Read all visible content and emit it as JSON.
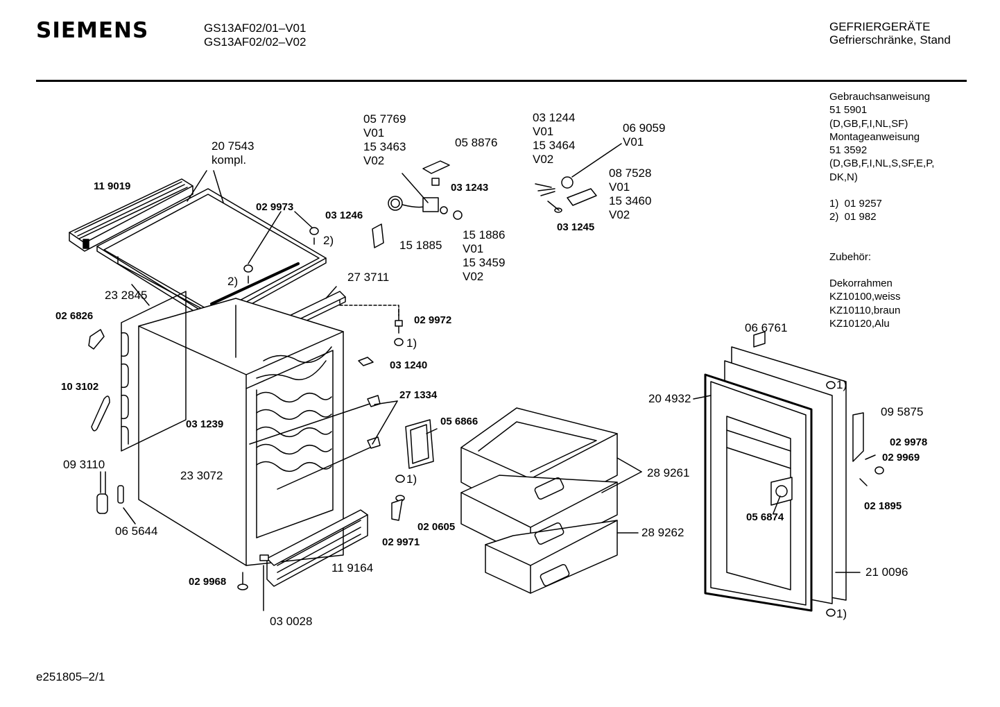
{
  "header": {
    "brand": "SIEMENS",
    "models": [
      "GS13AF02/01–V01",
      "GS13AF02/02–V02"
    ],
    "category": "GEFRIERGERÄTE",
    "subcategory": "Gefrierschränke, Stand"
  },
  "info_lines": [
    "Gebrauchsanweisung",
    "51 5901",
    "(D,GB,F,I,NL,SF)",
    "Montageanweisung",
    "51 3592",
    "(D,GB,F,I,NL,S,SF,E,P,",
    "DK,N)",
    "",
    "1)  01 9257",
    "2)  01 982",
    "",
    "",
    "Zubehör:",
    "",
    "Dekorrahmen",
    "KZ10100,weiss",
    "KZ10110,braun",
    "KZ10120,Alu"
  ],
  "footer": {
    "code": "e251805–2/1"
  },
  "parts": [
    {
      "id": "p-057769",
      "lines": [
        "05 7769",
        "V01",
        "15 3463",
        "V02"
      ],
      "bold": false
    },
    {
      "id": "p-058876",
      "lines": [
        "05 8876"
      ],
      "bold": false
    },
    {
      "id": "p-031243",
      "lines": [
        "03 1243"
      ],
      "bold": true
    },
    {
      "id": "p-031246",
      "lines": [
        "03 1246"
      ],
      "bold": true
    },
    {
      "id": "p-151885",
      "lines": [
        "15 1885"
      ],
      "bold": false
    },
    {
      "id": "p-151886",
      "lines": [
        "15 1886",
        "V01",
        "15 3459",
        "V02"
      ],
      "bold": false
    },
    {
      "id": "p-031244",
      "lines": [
        "03 1244",
        "V01",
        "15 3464",
        "V02"
      ],
      "bold": false
    },
    {
      "id": "p-069059",
      "lines": [
        "06 9059",
        "V01"
      ],
      "bold": false
    },
    {
      "id": "p-087528",
      "lines": [
        "08 7528",
        "V01",
        "15 3460",
        "V02"
      ],
      "bold": false
    },
    {
      "id": "p-031245",
      "lines": [
        "03 1245"
      ],
      "bold": true
    },
    {
      "id": "p-207543",
      "lines": [
        "20 7543",
        "kompl."
      ],
      "bold": false
    },
    {
      "id": "p-119019",
      "lines": [
        "11 9019"
      ],
      "bold": true
    },
    {
      "id": "p-029973",
      "lines": [
        "02 9973"
      ],
      "bold": true
    },
    {
      "id": "p-2a",
      "lines": [
        "2)"
      ],
      "bold": false
    },
    {
      "id": "p-2b",
      "lines": [
        "2)"
      ],
      "bold": false
    },
    {
      "id": "p-273711",
      "lines": [
        "27 3711"
      ],
      "bold": false
    },
    {
      "id": "p-232845",
      "lines": [
        "23 2845"
      ],
      "bold": false
    },
    {
      "id": "p-026826",
      "lines": [
        "02 6826"
      ],
      "bold": true
    },
    {
      "id": "p-029972",
      "lines": [
        "02 9972"
      ],
      "bold": true
    },
    {
      "id": "p-1a",
      "lines": [
        "1)"
      ],
      "bold": false
    },
    {
      "id": "p-031240",
      "lines": [
        "03 1240"
      ],
      "bold": true
    },
    {
      "id": "p-103102",
      "lines": [
        "10 3102"
      ],
      "bold": true
    },
    {
      "id": "p-271334",
      "lines": [
        "27 1334"
      ],
      "bold": true
    },
    {
      "id": "p-031239",
      "lines": [
        "03 1239"
      ],
      "bold": true
    },
    {
      "id": "p-056866",
      "lines": [
        "05 6866"
      ],
      "bold": true
    },
    {
      "id": "p-093110",
      "lines": [
        "09 3110"
      ],
      "bold": false
    },
    {
      "id": "p-233072",
      "lines": [
        "23 3072"
      ],
      "bold": false
    },
    {
      "id": "p-1b",
      "lines": [
        "1)"
      ],
      "bold": false
    },
    {
      "id": "p-020605",
      "lines": [
        "02 0605"
      ],
      "bold": true
    },
    {
      "id": "p-029971",
      "lines": [
        "02 9971"
      ],
      "bold": true
    },
    {
      "id": "p-065644",
      "lines": [
        "06 5644"
      ],
      "bold": false
    },
    {
      "id": "p-119164",
      "lines": [
        "11 9164"
      ],
      "bold": false
    },
    {
      "id": "p-029968",
      "lines": [
        "02 9968"
      ],
      "bold": true
    },
    {
      "id": "p-030028",
      "lines": [
        "03 0028"
      ],
      "bold": false
    },
    {
      "id": "p-289261",
      "lines": [
        "28 9261"
      ],
      "bold": false
    },
    {
      "id": "p-289262",
      "lines": [
        "28 9262"
      ],
      "bold": false
    },
    {
      "id": "p-066761",
      "lines": [
        "06 6761"
      ],
      "bold": false
    },
    {
      "id": "p-204932",
      "lines": [
        "20 4932"
      ],
      "bold": false
    },
    {
      "id": "p-1c",
      "lines": [
        "1)"
      ],
      "bold": false
    },
    {
      "id": "p-095875",
      "lines": [
        "09 5875"
      ],
      "bold": false
    },
    {
      "id": "p-029978",
      "lines": [
        "02 9978"
      ],
      "bold": true
    },
    {
      "id": "p-029969",
      "lines": [
        "02 9969"
      ],
      "bold": true
    },
    {
      "id": "p-021895",
      "lines": [
        "02 1895"
      ],
      "bold": true
    },
    {
      "id": "p-056874",
      "lines": [
        "05 6874"
      ],
      "bold": true
    },
    {
      "id": "p-210096",
      "lines": [
        "21 0096"
      ],
      "bold": false
    },
    {
      "id": "p-1d",
      "lines": [
        "1)"
      ],
      "bold": false
    }
  ]
}
